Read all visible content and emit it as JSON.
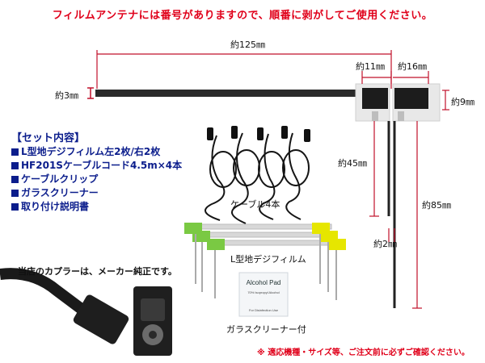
{
  "notices": {
    "top": "フィルムアンテナには番号がありますので、順番に剥がしてご使用ください。",
    "bottom": "※ 適応機種・サイズ等、ご注文前に必ずご確認ください。"
  },
  "dimensions": {
    "total_length": "約125㎜",
    "strip_height": "約3㎜",
    "left_block_width": "約11㎜",
    "right_block_width": "約16㎜",
    "block_height": "約9㎜",
    "lead_length_45": "約45㎜",
    "lead_length_85": "約85㎜",
    "pitch": "約2㎜"
  },
  "set_contents": {
    "title": "【セット内容】",
    "items": [
      "L型地デジフィルム左2枚/右2枚",
      "HF201Sケーブルコード4.5m×4本",
      "ケーブルクリップ",
      "ガラスクリーナー",
      "取り付け説明書"
    ]
  },
  "captions": {
    "cables": "ケーブル4本",
    "film": "L型地デジフィルム",
    "cleaner": "ガラスクリーナー付",
    "coupler": "当店のカプラーは、メーカー純正です。"
  },
  "alcohol_pad": {
    "title": "Alcohol Pad",
    "sub": "70% Isopropyl Alcohol",
    "foot": "For Disinfection Use"
  },
  "colors": {
    "accent_red": "#e0001a",
    "set_blue": "#0b1d8c",
    "dim_line": "#c0102a",
    "film_yellow": "#e6e600",
    "film_green": "#7ac943"
  }
}
